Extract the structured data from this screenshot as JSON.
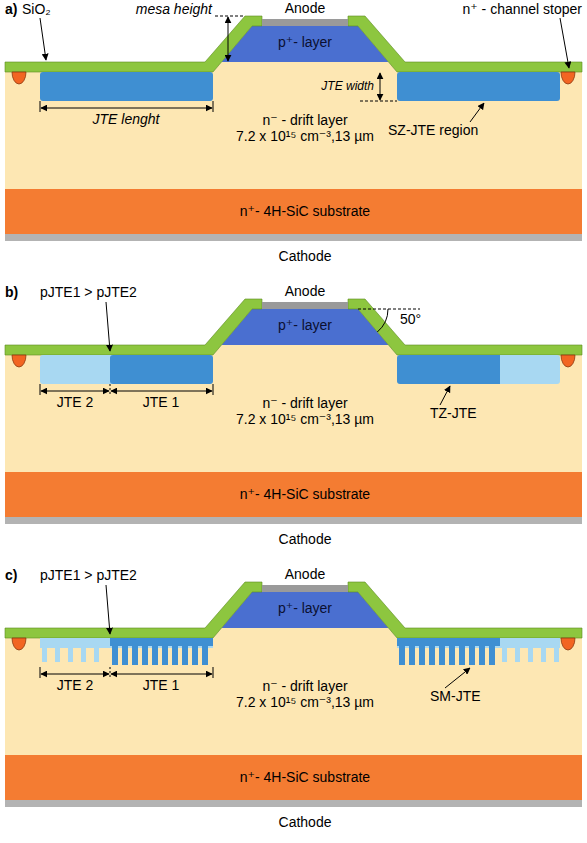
{
  "diagram": {
    "nodes": [
      {
        "text": [
          "p⁺- layer"
        ]
      },
      {
        "text": [
          "n⁻ - drift layer",
          "7.2 x 10¹⁵ cm⁻³,13 µm"
        ]
      },
      {
        "text": [
          "n⁺- 4H-SiC substrate"
        ]
      },
      {
        "text": [
          "p⁺- layer"
        ]
      },
      {
        "text": [
          "n⁻ - drift layer",
          "7.2 x 10¹⁵ cm⁻³,13 µm"
        ]
      },
      {
        "text": [
          "n⁺- 4H-SiC substrate"
        ]
      },
      {
        "text": [
          "p⁺- layer"
        ]
      },
      {
        "text": [
          "n⁻ - drift layer",
          "7.2 x 10¹⁵ cm⁻³,13 µm"
        ]
      },
      {
        "text": [
          "n⁺- 4H-SiC substrate"
        ]
      }
    ],
    "labels": [
      "a)",
      "SiO₂",
      "mesa height",
      "Anode",
      "n⁺ - channel stoper",
      "JTE width",
      "JTE lenght",
      "SZ-JTE region",
      "Cathode",
      "b)",
      "pJTE1 > pJTE2",
      "Anode",
      "50°",
      "JTE 2",
      "JTE 1",
      "TZ-JTE",
      "Cathode",
      "c)",
      "pJTE1 > pJTE2",
      "Anode",
      "JTE 2",
      "JTE 1",
      "SM-JTE",
      "Cathode"
    ]
  }
}
